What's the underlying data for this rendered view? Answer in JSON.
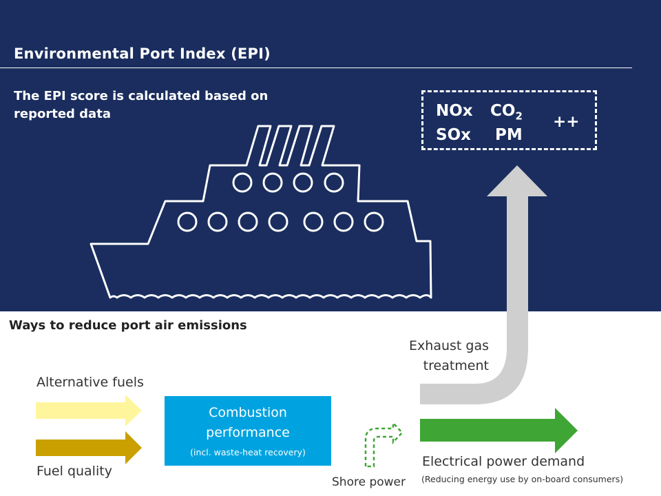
{
  "header": {
    "title": "Environmental Port Index (EPI)",
    "subtitle": "The EPI score is calculated based on reported data"
  },
  "emissions": {
    "nox": "NOx",
    "co2_main": "CO",
    "co2_sub": "2",
    "sox": "SOx",
    "pm": "PM",
    "more": "++"
  },
  "section": {
    "heading": "Ways to reduce port air emissions"
  },
  "measures": {
    "alternative_fuels": "Alternative fuels",
    "fuel_quality": "Fuel quality",
    "combustion_title": "Combustion\nperformance",
    "combustion_note": "(incl. waste-heat recovery)",
    "exhaust_gas": "Exhaust gas\ntreatment",
    "shore_power": "Shore power",
    "electrical_power": "Electrical power demand",
    "electrical_note": "(Reducing energy use by on-board consumers)"
  },
  "colors": {
    "navy": "#1a2d5e",
    "combustion_blue": "#00a3e0",
    "alt_fuel_yellow": "#fff59d",
    "fuel_quality_gold": "#c9a000",
    "exhaust_gray": "#cfcfcf",
    "electric_green": "#3fa535",
    "shore_green": "#3fa535"
  },
  "icons": {
    "ship": "cruise-ship-icon",
    "shore_power": "dashed-turn-arrow-icon"
  }
}
